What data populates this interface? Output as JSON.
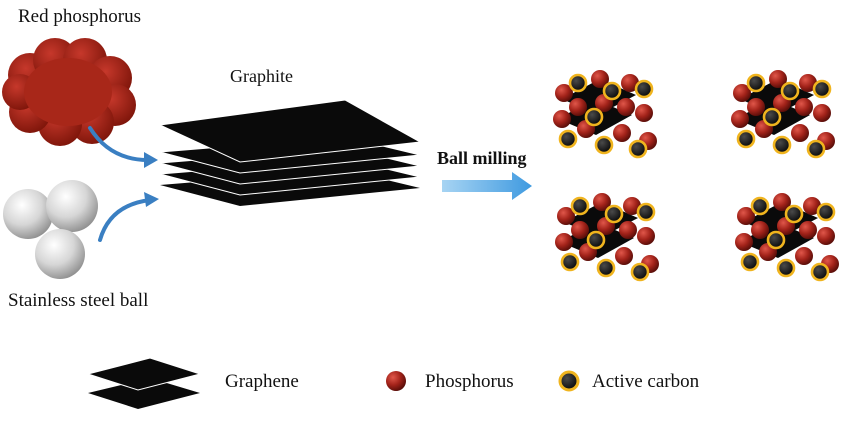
{
  "labels": {
    "red_phosphorus": "Red phosphorus",
    "graphite": "Graphite",
    "stainless_steel_ball": "Stainless steel ball",
    "ball_milling": "Ball milling"
  },
  "legend": {
    "graphene": "Graphene",
    "phosphorus": "Phosphorus",
    "active_carbon": "Active carbon"
  },
  "colors": {
    "phosphorus": "#a3231a",
    "red_phosphorus_cluster": "#9e2116",
    "graphite": "#0a0a0a",
    "active_carbon_ring": "#f0b41e",
    "active_carbon_core": "#1a1a1a",
    "steel_ball": "#cfcfcf",
    "curved_arrow": "#3a7fc2",
    "milling_arrow": "#5aaee8"
  },
  "icons": {
    "red_phosphorus": "red-phosphorus-cluster-icon",
    "steel_balls": "steel-ball-icon",
    "graphite": "graphite-stack-icon",
    "arrow": "right-arrow-icon"
  }
}
